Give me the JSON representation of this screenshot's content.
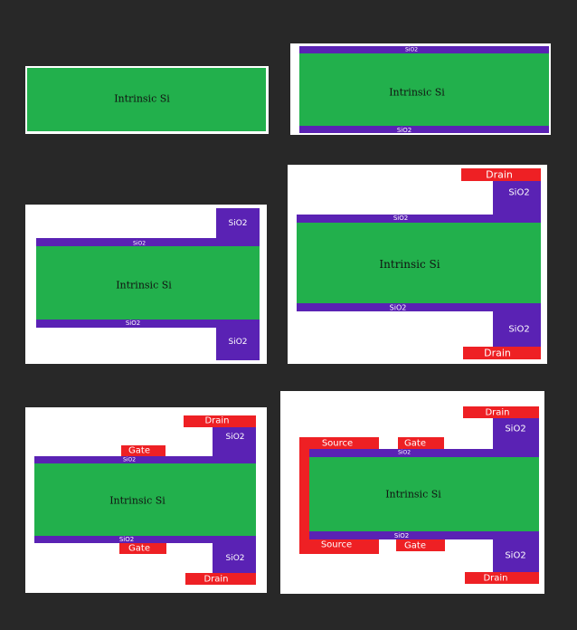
{
  "labels": {
    "intrinsic_si": "Intrinsic Si",
    "sio2": "SiO2",
    "drain": "Drain",
    "gate": "Gate",
    "source": "Source"
  },
  "colors": {
    "background": "#282828",
    "panel": "#ffffff",
    "intrinsic_si": "#22b04c",
    "sio2": "#5a22b4",
    "contact": "#ee2024"
  }
}
